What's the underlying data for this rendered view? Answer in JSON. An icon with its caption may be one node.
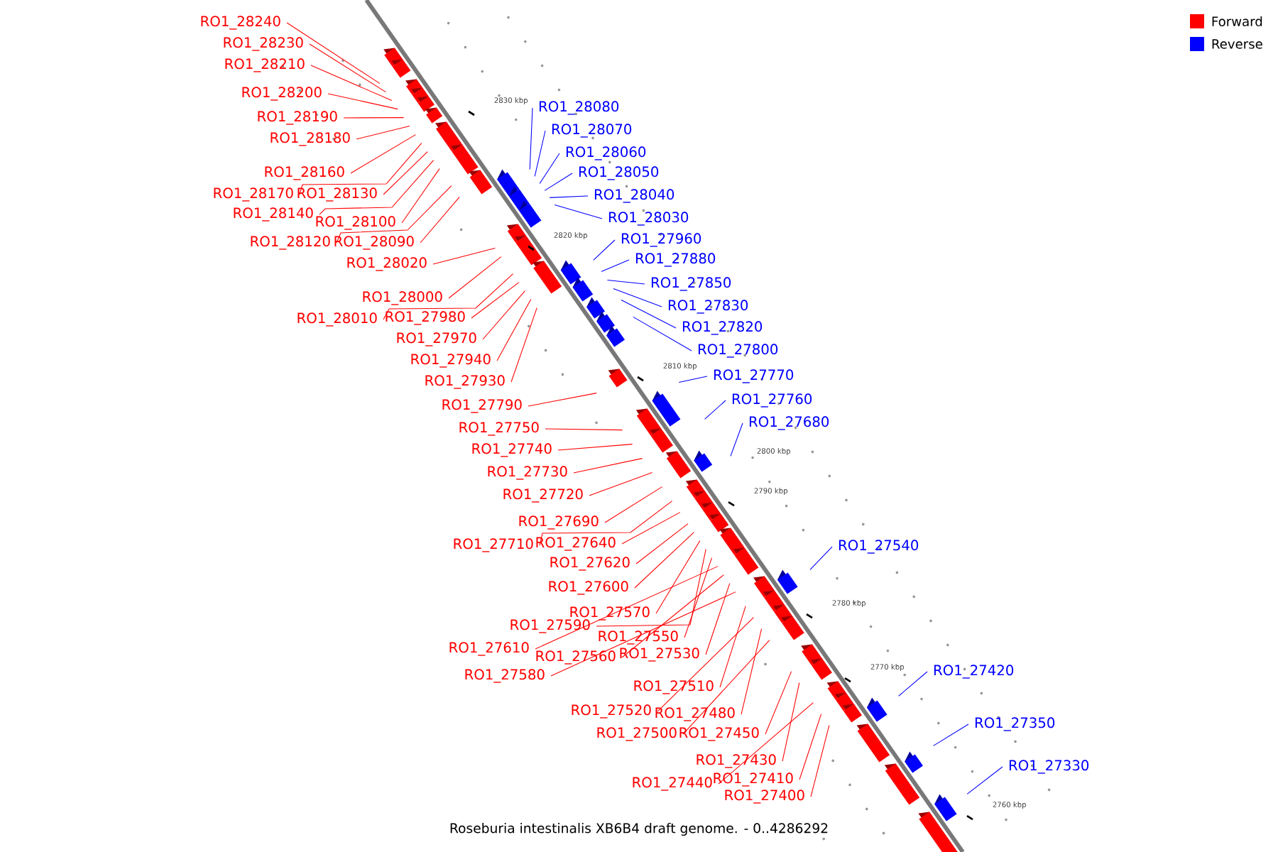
{
  "diagram": {
    "caption": "Roseburia intestinalis XB6B4 draft genome. - 0..4286292",
    "nodes": [
      {
        "text": [
          "RO1_28240"
        ]
      },
      {
        "text": [
          "RO1_28230"
        ]
      },
      {
        "text": [
          "RO1_28210"
        ]
      },
      {
        "text": [
          "RO1_28200"
        ]
      },
      {
        "text": [
          "RO1_28190"
        ]
      },
      {
        "text": [
          "RO1_28180"
        ]
      },
      {
        "text": [
          "RO1_28160"
        ]
      },
      {
        "text": [
          "RO1_28170"
        ]
      },
      {
        "text": [
          "RO1_28130"
        ]
      },
      {
        "text": [
          "RO1_28140"
        ]
      },
      {
        "text": [
          "RO1_28100"
        ]
      },
      {
        "text": [
          "RO1_28120"
        ]
      },
      {
        "text": [
          "RO1_28090"
        ]
      },
      {
        "text": [
          "RO1_28020"
        ]
      },
      {
        "text": [
          "RO1_28000"
        ]
      },
      {
        "text": [
          "RO1_28010"
        ]
      },
      {
        "text": [
          "RO1_27980"
        ]
      },
      {
        "text": [
          "RO1_27970"
        ]
      },
      {
        "text": [
          "RO1_27940"
        ]
      },
      {
        "text": [
          "RO1_27930"
        ]
      },
      {
        "text": [
          "RO1_27790"
        ]
      },
      {
        "text": [
          "RO1_27750"
        ]
      },
      {
        "text": [
          "RO1_27740"
        ]
      },
      {
        "text": [
          "RO1_27730"
        ]
      },
      {
        "text": [
          "RO1_27720"
        ]
      },
      {
        "text": [
          "RO1_27690"
        ]
      },
      {
        "text": [
          "RO1_27710"
        ]
      },
      {
        "text": [
          "RO1_27640"
        ]
      },
      {
        "text": [
          "RO1_27620"
        ]
      },
      {
        "text": [
          "RO1_27600"
        ]
      },
      {
        "text": [
          "RO1_27570"
        ]
      },
      {
        "text": [
          "RO1_27590"
        ]
      },
      {
        "text": [
          "RO1_27610"
        ]
      },
      {
        "text": [
          "RO1_27550"
        ]
      },
      {
        "text": [
          "RO1_27560"
        ]
      },
      {
        "text": [
          "RO1_27530"
        ]
      },
      {
        "text": [
          "RO1_27580"
        ]
      },
      {
        "text": [
          "RO1_27510"
        ]
      },
      {
        "text": [
          "RO1_27520"
        ]
      },
      {
        "text": [
          "RO1_27480"
        ]
      },
      {
        "text": [
          "RO1_27500"
        ]
      },
      {
        "text": [
          "RO1_27450"
        ]
      },
      {
        "text": [
          "RO1_27430"
        ]
      },
      {
        "text": [
          "RO1_27440"
        ]
      },
      {
        "text": [
          "RO1_27410"
        ]
      },
      {
        "text": [
          "RO1_27400"
        ]
      },
      {
        "text": [
          "RO1_28080"
        ]
      },
      {
        "text": [
          "RO1_28070"
        ]
      },
      {
        "text": [
          "RO1_28060"
        ]
      },
      {
        "text": [
          "RO1_28050"
        ]
      },
      {
        "text": [
          "RO1_28040"
        ]
      },
      {
        "text": [
          "RO1_28030"
        ]
      },
      {
        "text": [
          "RO1_27960"
        ]
      },
      {
        "text": [
          "RO1_27880"
        ]
      },
      {
        "text": [
          "RO1_27850"
        ]
      },
      {
        "text": [
          "RO1_27830"
        ]
      },
      {
        "text": [
          "RO1_27820"
        ]
      },
      {
        "text": [
          "RO1_27800"
        ]
      },
      {
        "text": [
          "RO1_27770"
        ]
      },
      {
        "text": [
          "RO1_27760"
        ]
      },
      {
        "text": [
          "RO1_27680"
        ]
      },
      {
        "text": [
          "RO1_27540"
        ]
      },
      {
        "text": [
          "RO1_27420"
        ]
      },
      {
        "text": [
          "RO1_27350"
        ]
      },
      {
        "text": [
          "RO1_27330"
        ]
      }
    ],
    "edges": [
      {
        "from": 0,
        "to": null,
        "arrow": "none"
      },
      {
        "from": 1,
        "to": null,
        "arrow": "none"
      },
      {
        "from": 2,
        "to": null,
        "arrow": "none"
      },
      {
        "from": 3,
        "to": null,
        "arrow": "none"
      },
      {
        "from": 4,
        "to": null,
        "arrow": "none"
      },
      {
        "from": 5,
        "to": null,
        "arrow": "none"
      },
      {
        "from": 6,
        "to": null,
        "arrow": "none"
      },
      {
        "from": 7,
        "to": null,
        "arrow": "none"
      },
      {
        "from": 8,
        "to": null,
        "arrow": "none"
      },
      {
        "from": 9,
        "to": null,
        "arrow": "none"
      },
      {
        "from": 10,
        "to": null,
        "arrow": "none"
      },
      {
        "from": 11,
        "to": null,
        "arrow": "none"
      },
      {
        "from": 12,
        "to": null,
        "arrow": "none"
      },
      {
        "from": 13,
        "to": null,
        "arrow": "none"
      },
      {
        "from": 14,
        "to": null,
        "arrow": "none"
      },
      {
        "from": 15,
        "to": null,
        "arrow": "none"
      },
      {
        "from": 16,
        "to": null,
        "arrow": "none"
      },
      {
        "from": 17,
        "to": null,
        "arrow": "none"
      },
      {
        "from": 18,
        "to": null,
        "arrow": "none"
      },
      {
        "from": 19,
        "to": null,
        "arrow": "none"
      },
      {
        "from": 20,
        "to": null,
        "arrow": "none"
      },
      {
        "from": 21,
        "to": null,
        "arrow": "none"
      },
      {
        "from": 22,
        "to": null,
        "arrow": "none"
      },
      {
        "from": 23,
        "to": null,
        "arrow": "none"
      },
      {
        "from": 24,
        "to": null,
        "arrow": "none"
      },
      {
        "from": 25,
        "to": null,
        "arrow": "none"
      },
      {
        "from": 26,
        "to": null,
        "arrow": "none"
      },
      {
        "from": 27,
        "to": null,
        "arrow": "none"
      },
      {
        "from": 28,
        "to": null,
        "arrow": "none"
      },
      {
        "from": 29,
        "to": null,
        "arrow": "none"
      },
      {
        "from": 30,
        "to": null,
        "arrow": "none"
      },
      {
        "from": 31,
        "to": null,
        "arrow": "none"
      },
      {
        "from": 32,
        "to": null,
        "arrow": "none"
      },
      {
        "from": 33,
        "to": null,
        "arrow": "none"
      },
      {
        "from": 34,
        "to": null,
        "arrow": "none"
      },
      {
        "from": 35,
        "to": null,
        "arrow": "none"
      },
      {
        "from": 36,
        "to": null,
        "arrow": "none"
      },
      {
        "from": 37,
        "to": null,
        "arrow": "none"
      },
      {
        "from": 38,
        "to": null,
        "arrow": "none"
      },
      {
        "from": 39,
        "to": null,
        "arrow": "none"
      },
      {
        "from": 40,
        "to": null,
        "arrow": "none"
      },
      {
        "from": 41,
        "to": null,
        "arrow": "none"
      },
      {
        "from": 42,
        "to": null,
        "arrow": "none"
      },
      {
        "from": 43,
        "to": null,
        "arrow": "none"
      },
      {
        "from": 44,
        "to": null,
        "arrow": "none"
      },
      {
        "from": 45,
        "to": null,
        "arrow": "none"
      },
      {
        "from": 46,
        "to": null,
        "arrow": "none",
        "color": "#0000ff"
      },
      {
        "from": 47,
        "to": null,
        "arrow": "none",
        "color": "#0000ff"
      },
      {
        "from": 48,
        "to": null,
        "arrow": "none",
        "color": "#0000ff"
      },
      {
        "from": 49,
        "to": null,
        "arrow": "none",
        "color": "#0000ff"
      },
      {
        "from": 50,
        "to": null,
        "arrow": "none",
        "color": "#0000ff"
      },
      {
        "from": 51,
        "to": null,
        "arrow": "none",
        "color": "#0000ff"
      },
      {
        "from": 52,
        "to": null,
        "arrow": "none",
        "color": "#0000ff"
      },
      {
        "from": 53,
        "to": null,
        "arrow": "none",
        "color": "#0000ff"
      },
      {
        "from": 54,
        "to": null,
        "arrow": "none",
        "color": "#0000ff"
      },
      {
        "from": 55,
        "to": null,
        "arrow": "none",
        "color": "#0000ff"
      },
      {
        "from": 56,
        "to": null,
        "arrow": "none",
        "color": "#0000ff"
      },
      {
        "from": 57,
        "to": null,
        "arrow": "none",
        "color": "#0000ff"
      },
      {
        "from": 58,
        "to": null,
        "arrow": "none",
        "color": "#0000ff"
      },
      {
        "from": 59,
        "to": null,
        "arrow": "none",
        "color": "#0000ff"
      },
      {
        "from": 60,
        "to": null,
        "arrow": "none",
        "color": "#0000ff"
      },
      {
        "from": 61,
        "to": null,
        "arrow": "none",
        "color": "#0000ff"
      },
      {
        "from": 62,
        "to": null,
        "arrow": "none",
        "color": "#0000ff"
      },
      {
        "from": 63,
        "to": null,
        "arrow": "none",
        "color": "#0000ff"
      },
      {
        "from": 64,
        "to": null,
        "arrow": "none",
        "color": "#0000ff"
      }
    ],
    "labels": [
      "2830 kbp",
      "2820 kbp",
      "2810 kbp",
      "2800 kbp",
      "2790 kbp",
      "2780 kbp",
      "2770 kbp",
      "2760 kbp"
    ],
    "legend": [
      {
        "text": "Forward",
        "color": "#ff0000"
      },
      {
        "text": "Reverse",
        "color": "#0000ff"
      }
    ]
  }
}
